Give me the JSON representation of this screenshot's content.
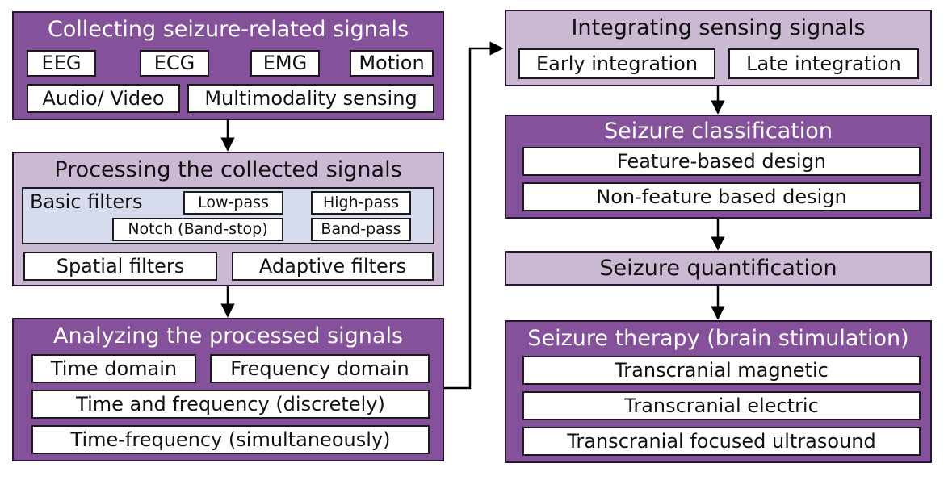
{
  "collecting": {
    "title": "Collecting seizure-related signals",
    "items": [
      "EEG",
      "ECG",
      "EMG",
      "Motion",
      "Audio/ Video",
      "Multimodality sensing"
    ]
  },
  "processing": {
    "title": "Processing the collected signals",
    "basic_label": "Basic filters",
    "basic_items": [
      "Low-pass",
      "High-pass",
      "Notch (Band-stop)",
      "Band-pass"
    ],
    "items": [
      "Spatial filters",
      "Adaptive filters"
    ]
  },
  "analyzing": {
    "title": "Analyzing the processed signals",
    "items": [
      "Time domain",
      "Frequency domain",
      "Time and frequency (discretely)",
      "Time-frequency (simultaneously)"
    ]
  },
  "integrating": {
    "title": "Integrating sensing signals",
    "items": [
      "Early integration",
      "Late integration"
    ]
  },
  "classification": {
    "title": "Seizure classification",
    "items": [
      "Feature-based design",
      "Non-feature based design"
    ]
  },
  "quantification": {
    "title": "Seizure quantification"
  },
  "therapy": {
    "title": "Seizure therapy (brain stimulation)",
    "items": [
      "Transcranial magnetic",
      "Transcranial electric",
      "Transcranial focused ultrasound"
    ]
  },
  "colors": {
    "dark_panel": "#84519a",
    "light_panel": "#cbb8d3",
    "filter_group": "#d6dbee"
  }
}
